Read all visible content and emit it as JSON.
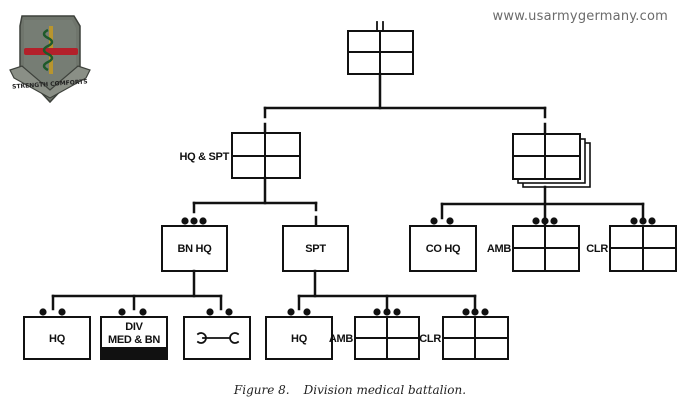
{
  "watermark": "www.usarmygermany.com",
  "crest": {
    "icon": "unit-crest-insignia",
    "motto": "STRENGTH COMFORTS"
  },
  "caption": {
    "number": "Figure 8.",
    "title": "Division medical battalion."
  },
  "colors": {
    "line": "#111111",
    "background": "#ffffff",
    "watermark": "#6b6b6b",
    "crest_body": "#6f756c",
    "crest_bar": "#b3202a",
    "crest_staff": "#b8952e",
    "crest_snake": "#1e5a2a"
  },
  "org_chart": {
    "root": {
      "label": "",
      "symbol": "battalion (II)",
      "type": "unit"
    },
    "children": [
      {
        "label": "HQ & SPT",
        "symbol": "",
        "type": "unit",
        "children": [
          {
            "label": "BN HQ",
            "symbol": "section (•••)",
            "type": "element",
            "children": [
              {
                "label": "HQ",
                "symbol": "squad (••)"
              },
              {
                "label": "DIV MED & BN",
                "label_lines": [
                  "DIV",
                  "MED & BN"
                ],
                "symbol": "squad (••)",
                "note": "supply"
              },
              {
                "label": "",
                "symbol": "squad (••)",
                "icon": "maintenance-wrench-icon"
              }
            ]
          },
          {
            "label": "SPT",
            "symbol": "",
            "type": "element",
            "children": [
              {
                "label": "HQ",
                "symbol": "squad (••)"
              },
              {
                "label": "AMB",
                "symbol": "section (•••)",
                "type": "unit"
              },
              {
                "label": "CLR",
                "symbol": "section (•••)",
                "type": "unit"
              }
            ]
          }
        ]
      },
      {
        "label": "",
        "symbol": "",
        "type": "unit",
        "multiple": true,
        "children": [
          {
            "label": "CO HQ",
            "symbol": "squad (••)"
          },
          {
            "label": "AMB",
            "symbol": "section (•••)",
            "type": "unit"
          },
          {
            "label": "CLR",
            "symbol": "section (•••)",
            "type": "unit"
          }
        ]
      }
    ]
  }
}
